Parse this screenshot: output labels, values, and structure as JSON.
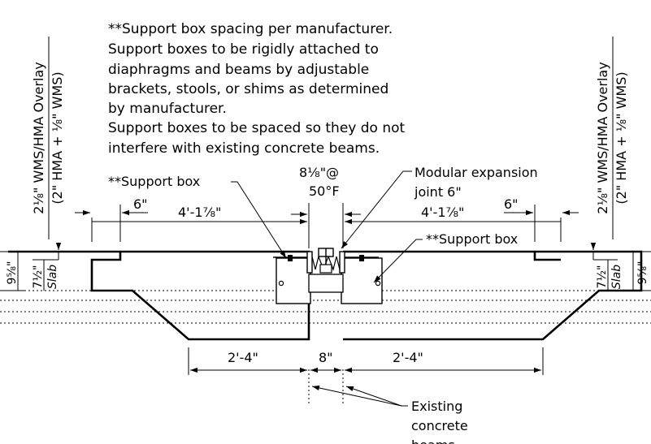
{
  "notes": [
    "**Support box spacing per manufacturer.",
    "Support boxes to be rigidly attached to",
    "diaphragms and beams by adjustable",
    "brackets, stools, or shims as determined",
    "by manufacturer.",
    "Support boxes to be spaced so they do not",
    "interfere with existing concrete beams."
  ],
  "labels": {
    "support_box_left": "**Support box",
    "support_box_right": "**Support box",
    "gap_width_line1": "8⅛\"@",
    "gap_width_line2": "50°F",
    "expansion_joint_line1": "Modular expansion",
    "expansion_joint_line2": "joint 6\"",
    "existing_line1": "Existing",
    "existing_line2": "concrete",
    "existing_line3": "beams"
  },
  "dimensions": {
    "top_left_offset": "6\"",
    "top_left_span": "4'-1⅞\"",
    "top_right_span": "4'-1⅞\"",
    "top_right_offset": "6\"",
    "bottom_left": "2'-4\"",
    "bottom_center": "8\"",
    "bottom_right": "2'-4\"",
    "left_total_depth": "9⅝\"",
    "left_slab_depth": "7½\"",
    "left_slab_label": "Slab",
    "right_total_depth": "9⅝\"",
    "right_slab_depth": "7½\"",
    "right_slab_label": "Slab"
  },
  "overlay": {
    "left_line1": "2⅛\" WMS/HMA Overlay",
    "left_line2": "(2\" HMA + ⅛\" WMS)",
    "right_line1": "2⅛\" WMS/HMA Overlay",
    "right_line2": "(2\" HMA + ⅛\" WMS)"
  }
}
